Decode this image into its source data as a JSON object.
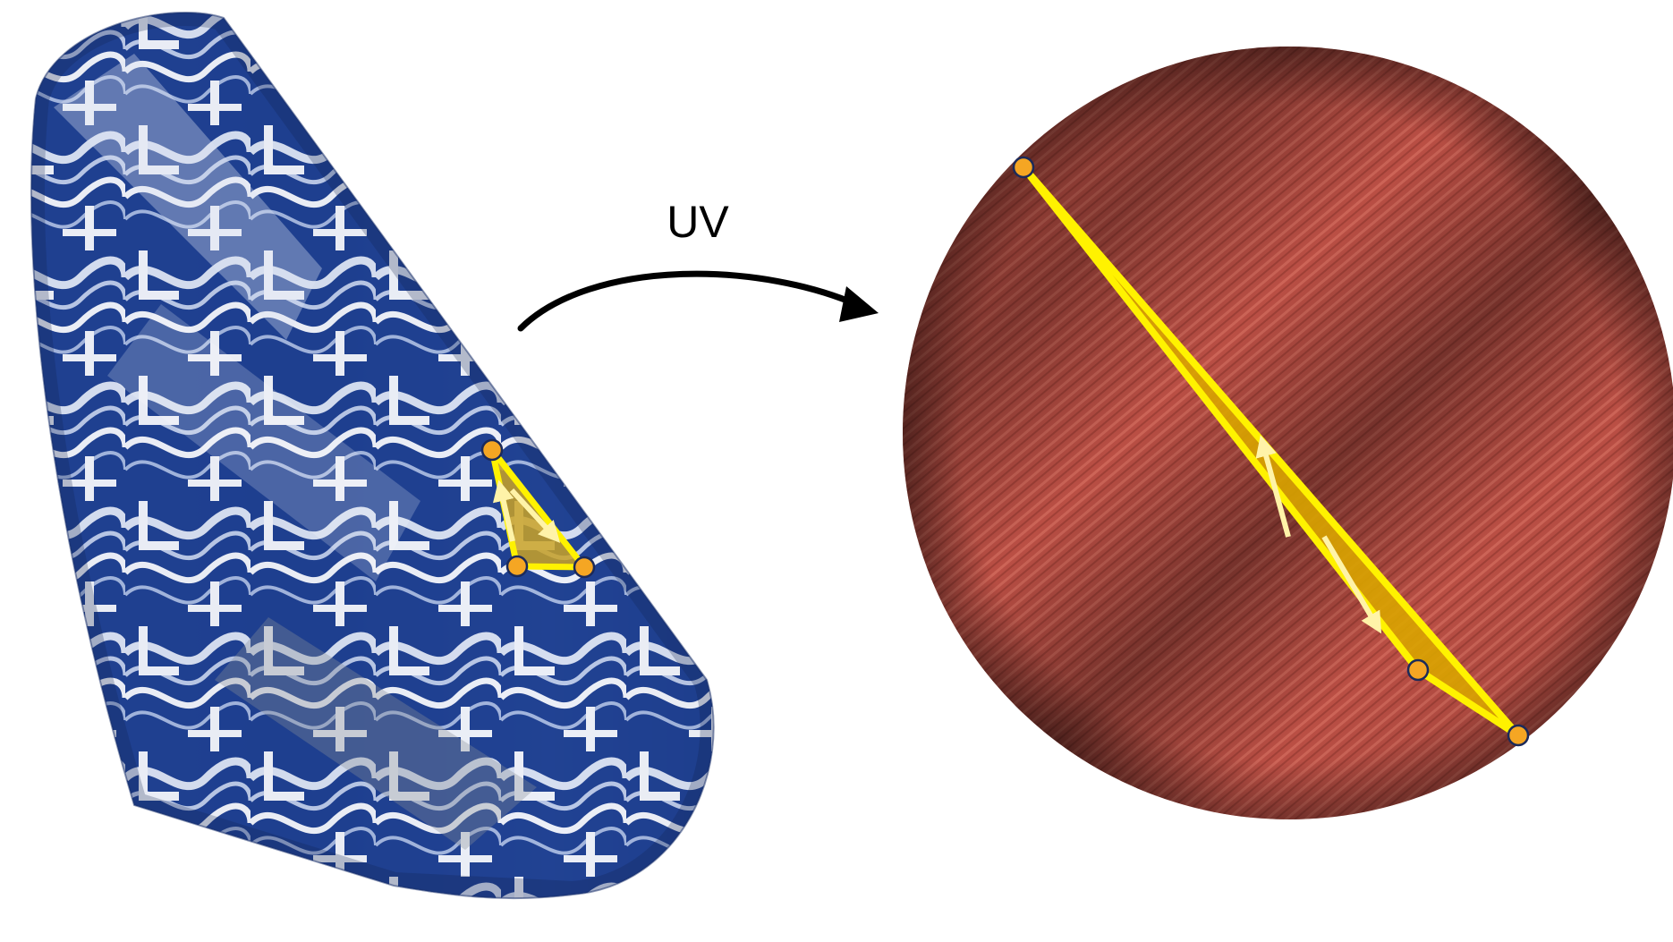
{
  "mapping": {
    "label": "UV"
  },
  "colors": {
    "background": "#ffffff",
    "cylinder_blue": "#1e3f8f",
    "cylinder_light": "#dfe6f3",
    "cylinder_gray": "#8a8f98",
    "disk_red": "#c8584c",
    "disk_dark": "#7a3228",
    "triangle_yellow": "#fff200",
    "vertex_orange": "#f5a623",
    "vertex_outline": "#1b2a5a",
    "arrow_pale": "#fff3a8",
    "arrow_black": "#000000"
  },
  "icons": {
    "source_surface": "textured-cylinder",
    "target_domain": "textured-disk",
    "mapping_arrow": "curved-arrow-right"
  }
}
